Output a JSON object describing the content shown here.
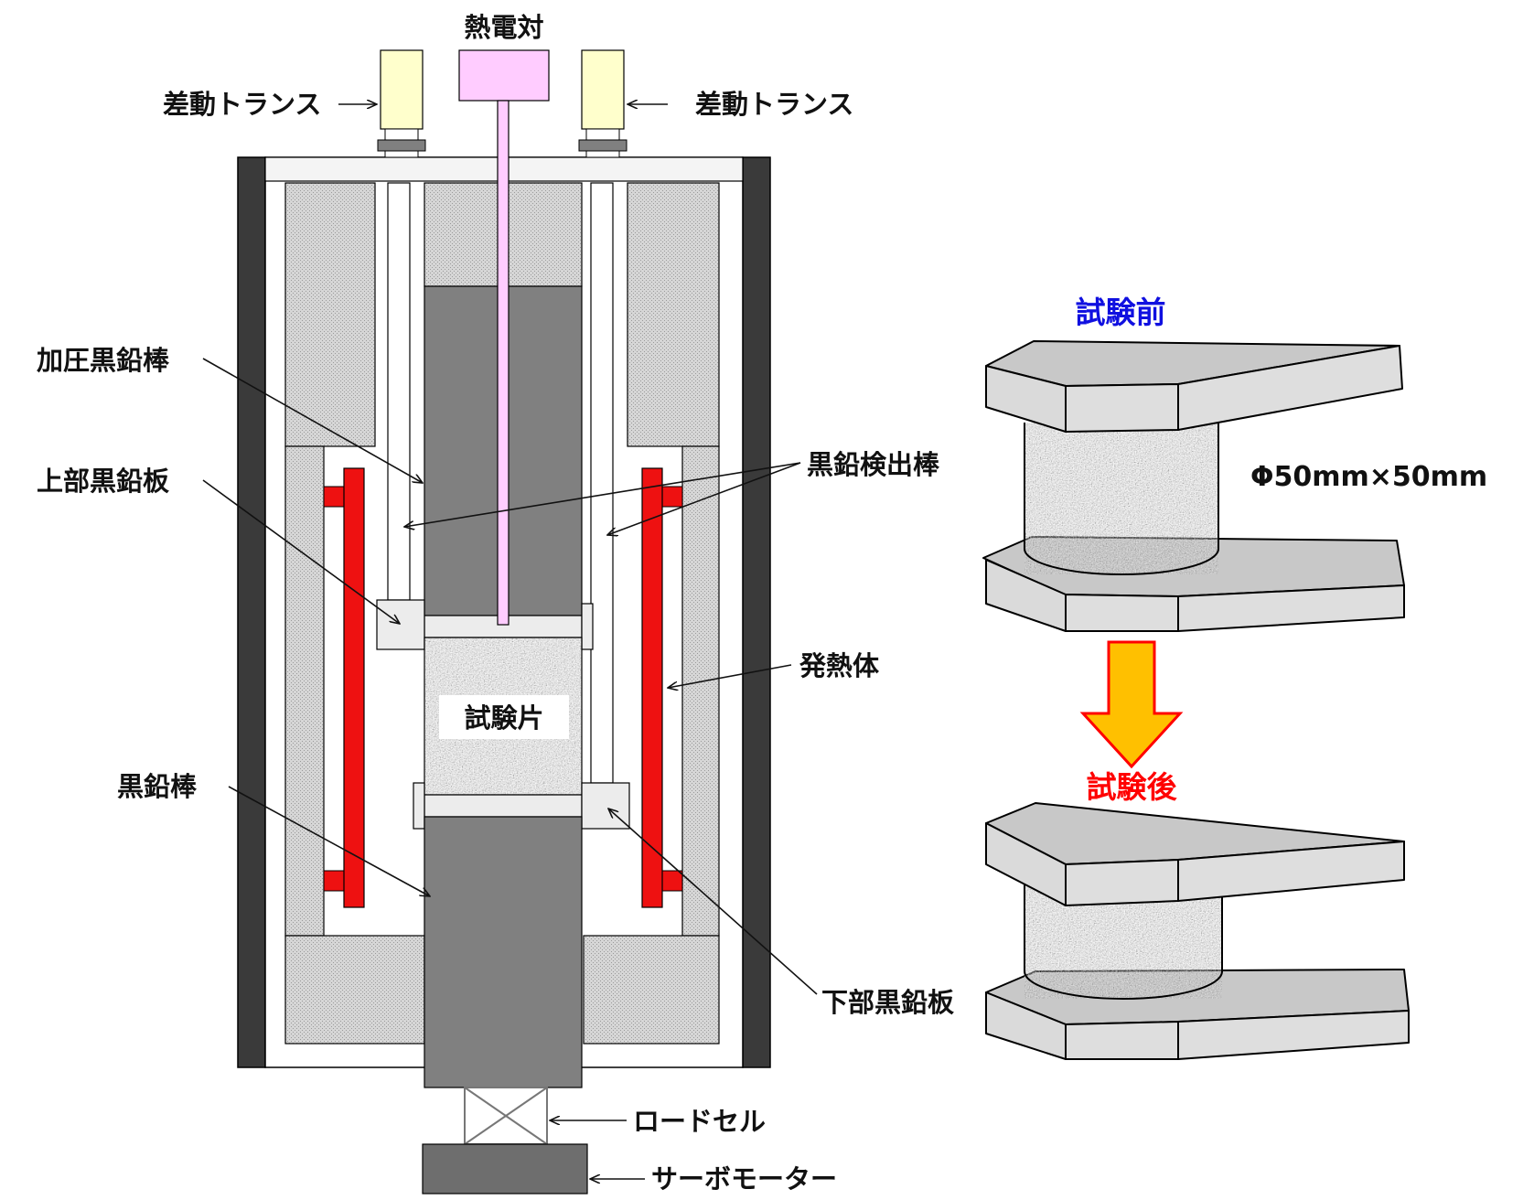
{
  "labels": {
    "thermocouple": "熱電対",
    "lvdt_left": "差動トランス",
    "lvdt_right": "差動トランス",
    "pressure_rod": "加圧黒鉛棒",
    "upper_plate": "上部黒鉛板",
    "detector_rods": "黒鉛検出棒",
    "heater": "発熱体",
    "specimen": "試験片",
    "graphite_rod": "黒鉛棒",
    "lower_plate": "下部黒鉛板",
    "load_cell": "ロードセル",
    "servo_motor": "サーボモーター",
    "before_test": "試験前",
    "after_test": "試験後",
    "specimen_size": "Φ50mm×50mm"
  },
  "colors": {
    "outer_wall": "#3a3a3a",
    "insulation": "#c8c8c8",
    "graphite": "#808080",
    "heater": "#ee1111",
    "thermocouple": "#ffccff",
    "lvdt": "#ffffcc",
    "platen": "#d9d9d9",
    "arrow_fill": "#ffc000",
    "arrow_stroke": "#ff0000",
    "title_before": "#1010e0",
    "title_after": "#ff0000"
  }
}
